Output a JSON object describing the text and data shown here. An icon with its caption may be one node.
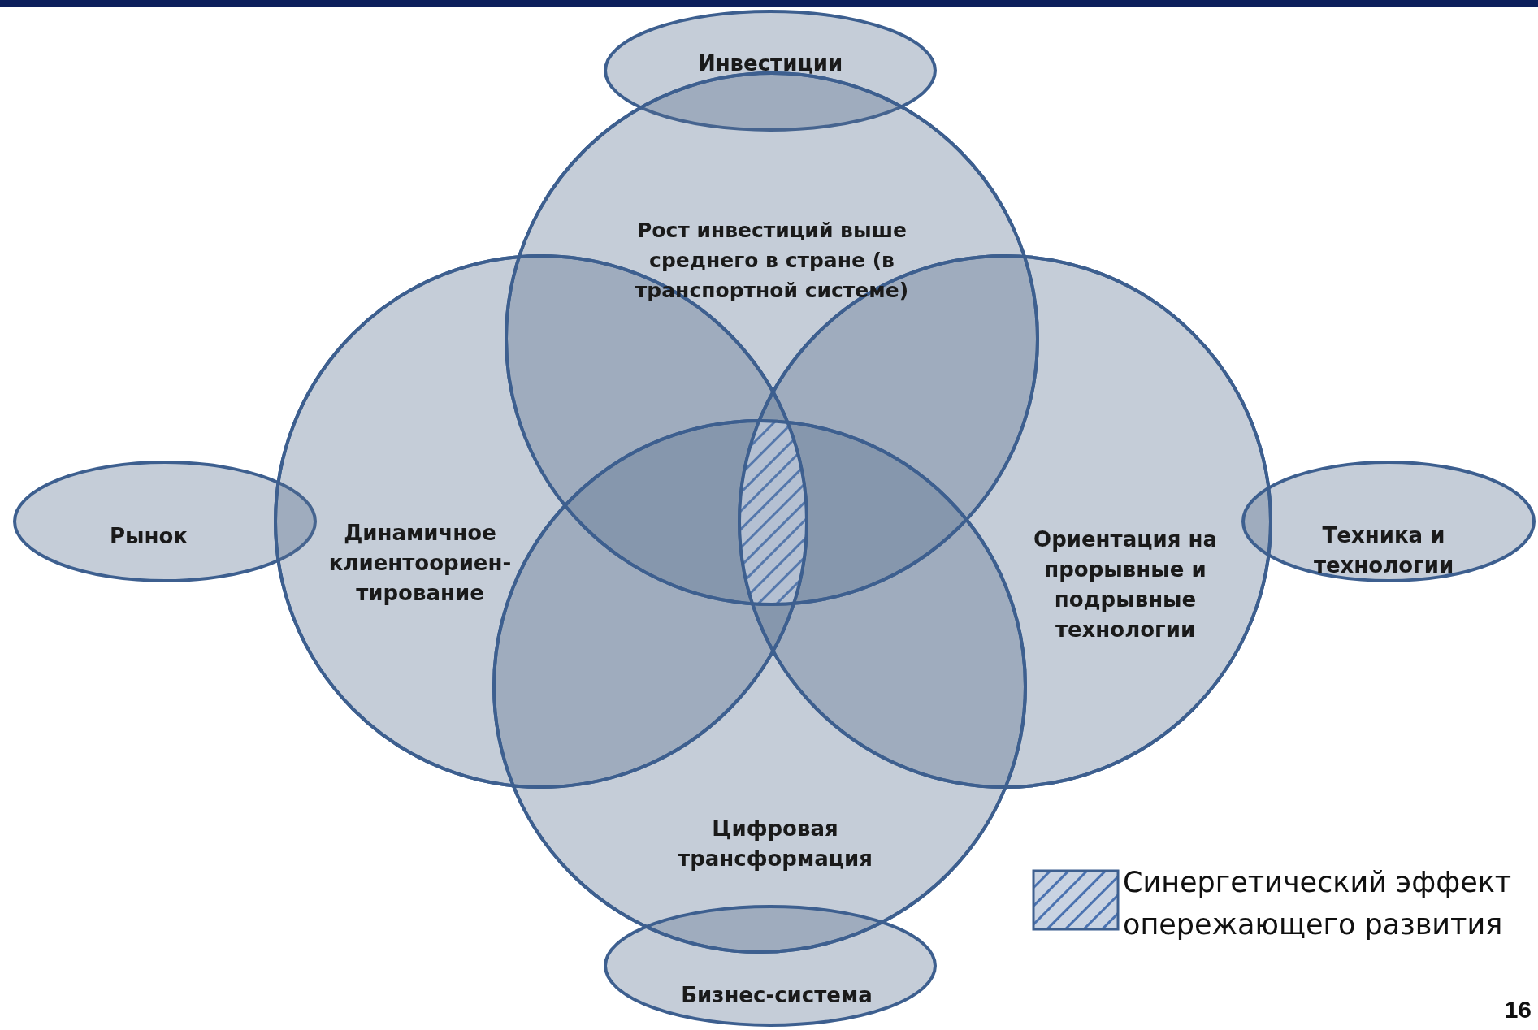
{
  "diagram": {
    "nodes": [
      {
        "text": [
          "Инвестиции"
        ]
      },
      {
        "text": [
          "Рост инвестиций выше среднего в стране (в транспортной системе)"
        ]
      },
      {
        "text": [
          "Рынок"
        ]
      },
      {
        "text": [
          "Динамичное клиентоориен-тирование"
        ]
      },
      {
        "text": [
          "Ориентация на прорывные и подрывные технологии"
        ]
      },
      {
        "text": [
          "Техника и технологии"
        ]
      },
      {
        "text": [
          "Цифровая трансформация"
        ]
      },
      {
        "text": [
          "Бизнес-система"
        ]
      }
    ],
    "edges": [],
    "labels": [
      "16"
    ],
    "legend": [
      {
        "text": "Синергетический эффект опережающего развития"
      }
    ]
  }
}
